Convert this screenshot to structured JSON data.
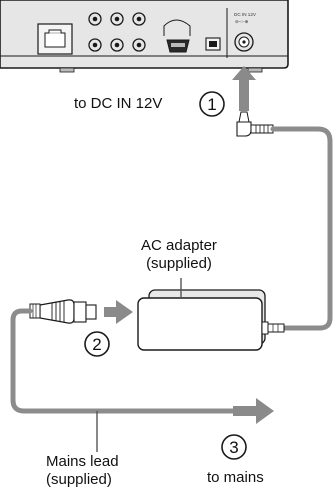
{
  "device": {
    "dc_jack_label": "DC IN 12V",
    "dc_jack_polarity": "⊖-○-⊕"
  },
  "labels": {
    "to_dc_in": "to DC IN 12V",
    "ac_adapter_line1": "AC adapter",
    "ac_adapter_line2": "(supplied)",
    "mains_lead_line1": "Mains lead",
    "mains_lead_line2": "(supplied)",
    "to_mains": "to mains"
  },
  "steps": [
    "1",
    "2",
    "3"
  ],
  "colors": {
    "device_body": "#e6e6e6",
    "cable": "#8c8c8c",
    "arrow": "#8a8a8a",
    "outline": "#1a1a1a"
  }
}
